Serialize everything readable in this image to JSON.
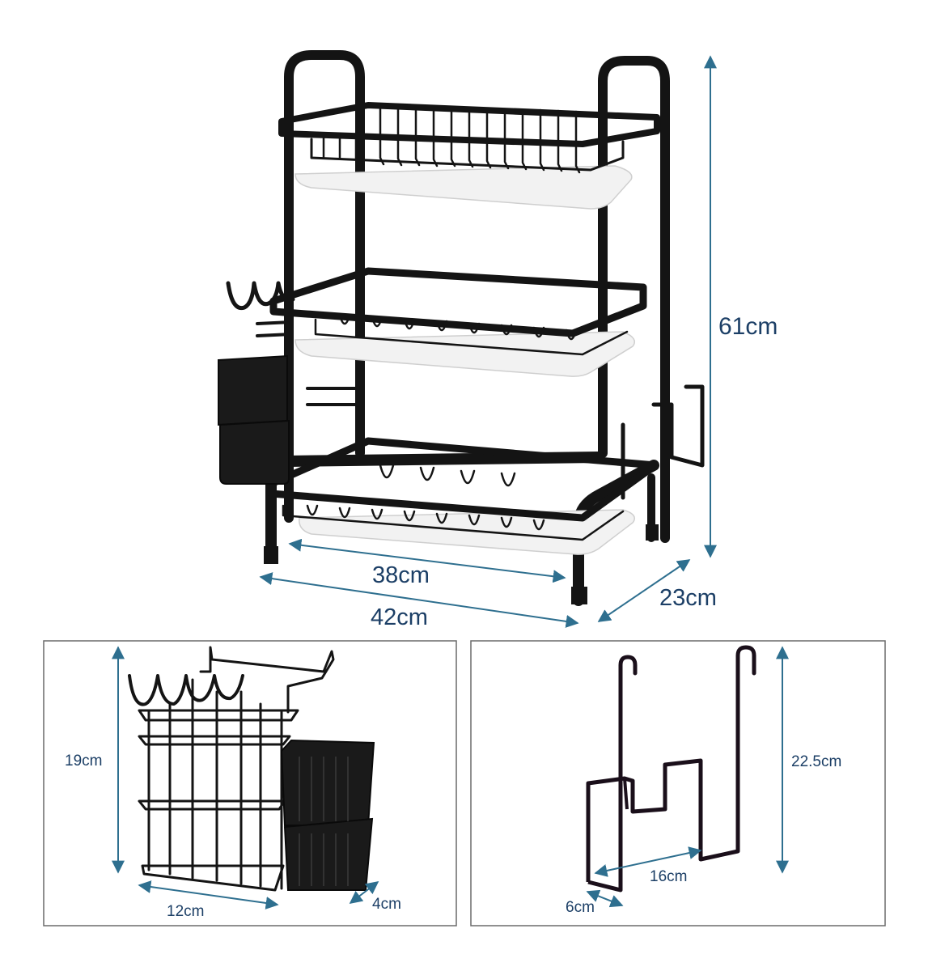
{
  "main_view": {
    "height_label": "61cm",
    "inner_width_label": "38cm",
    "outer_width_label": "42cm",
    "depth_label": "23cm"
  },
  "left_detail": {
    "height_label": "19cm",
    "width_label": "12cm",
    "depth_label": "4cm"
  },
  "right_detail": {
    "height_label": "22.5cm",
    "width_label": "16cm",
    "depth_label": "6cm"
  },
  "colors": {
    "frame": "#141414",
    "tray": "#f2f2f2",
    "dimension_line": "#2e6f8f",
    "dimension_text": "#1c3f66",
    "panel_border": "#6a6a6a"
  }
}
